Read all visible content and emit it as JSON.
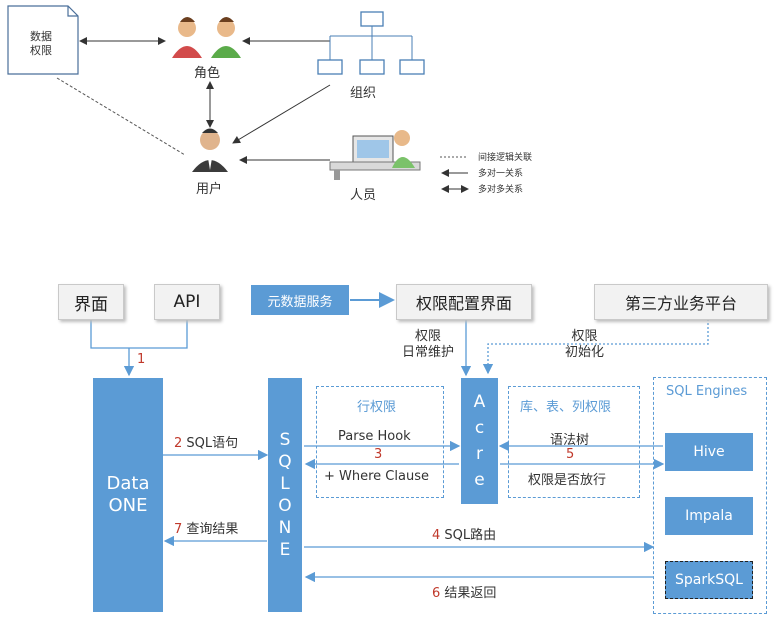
{
  "top_diagram": {
    "data_perm_label": "数据\n权限",
    "role_label": "角色",
    "org_label": "组织",
    "user_label": "用户",
    "person_label": "人员",
    "legend": [
      "间接逻辑关联",
      "多对一关系",
      "多对多关系"
    ]
  },
  "bottom_diagram": {
    "ui_label": "界面",
    "api_label": "API",
    "metadata_service": "元数据服务",
    "perm_config_ui": "权限配置界面",
    "third_party": "第三方业务平台",
    "perm_maintain": "权限\n日常维护",
    "perm_init": "权限\n初始化",
    "dataone_line1": "Data",
    "dataone_line2": "ONE",
    "sqlone_letters": [
      "S",
      "Q",
      "L",
      "O",
      "N",
      "E"
    ],
    "acre_letters": [
      "A",
      "c",
      "r",
      "e"
    ],
    "row_perm": "行权限",
    "table_col_perm": "库、表、列权限",
    "sql_engines": "SQL Engines",
    "engines": [
      "Hive",
      "Impala",
      "SparkSQL"
    ],
    "step1": "1",
    "step2_num": "2",
    "step2_text": "SQL语句",
    "parse_hook": "Parse Hook",
    "step3": "3",
    "where_clause": "+ Where Clause",
    "syntax_tree": "语法树",
    "step5": "5",
    "perm_release": "权限是否放行",
    "step4_num": "4",
    "step4_text": "SQL路由",
    "step6_num": "6",
    "step6_text": "结果返回",
    "step7_num": "7",
    "step7_text": "查询结果"
  },
  "colors": {
    "blue": "#5b9bd5",
    "red": "#c0392b"
  }
}
